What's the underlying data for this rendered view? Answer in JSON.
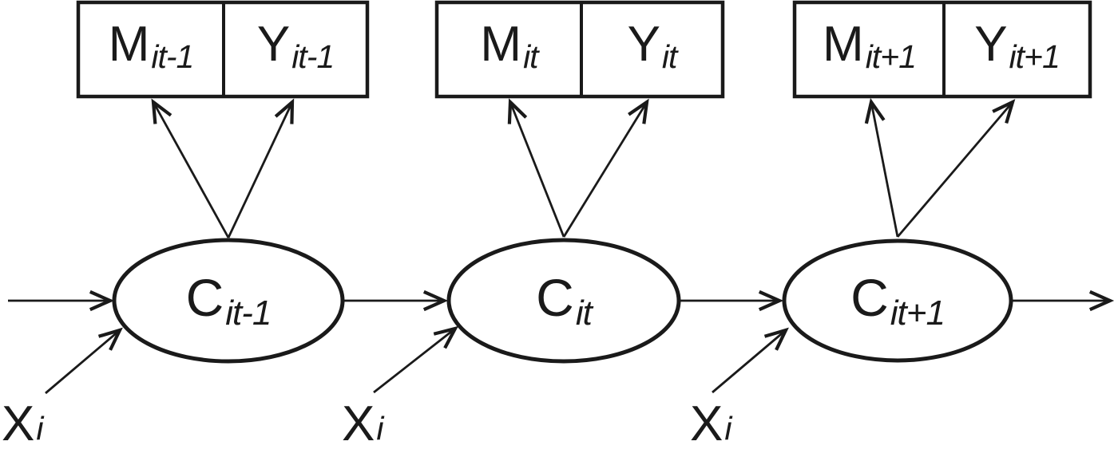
{
  "colors": {
    "ink": "#1a1a1a",
    "background": "#ffffff"
  },
  "boxes": [
    {
      "cells": [
        {
          "base": "M",
          "sub": "it-1"
        },
        {
          "base": "Y",
          "sub": "it-1"
        }
      ]
    },
    {
      "cells": [
        {
          "base": "M",
          "sub": "it"
        },
        {
          "base": "Y",
          "sub": "it"
        }
      ]
    },
    {
      "cells": [
        {
          "base": "M",
          "sub": "it+1"
        },
        {
          "base": "Y",
          "sub": "it+1"
        }
      ]
    }
  ],
  "states": [
    {
      "base": "C",
      "sub": "it-1"
    },
    {
      "base": "C",
      "sub": "it"
    },
    {
      "base": "C",
      "sub": "it+1"
    }
  ],
  "covariates": [
    {
      "base": "X",
      "sub": "i"
    },
    {
      "base": "X",
      "sub": "i"
    },
    {
      "base": "X",
      "sub": "i"
    }
  ]
}
